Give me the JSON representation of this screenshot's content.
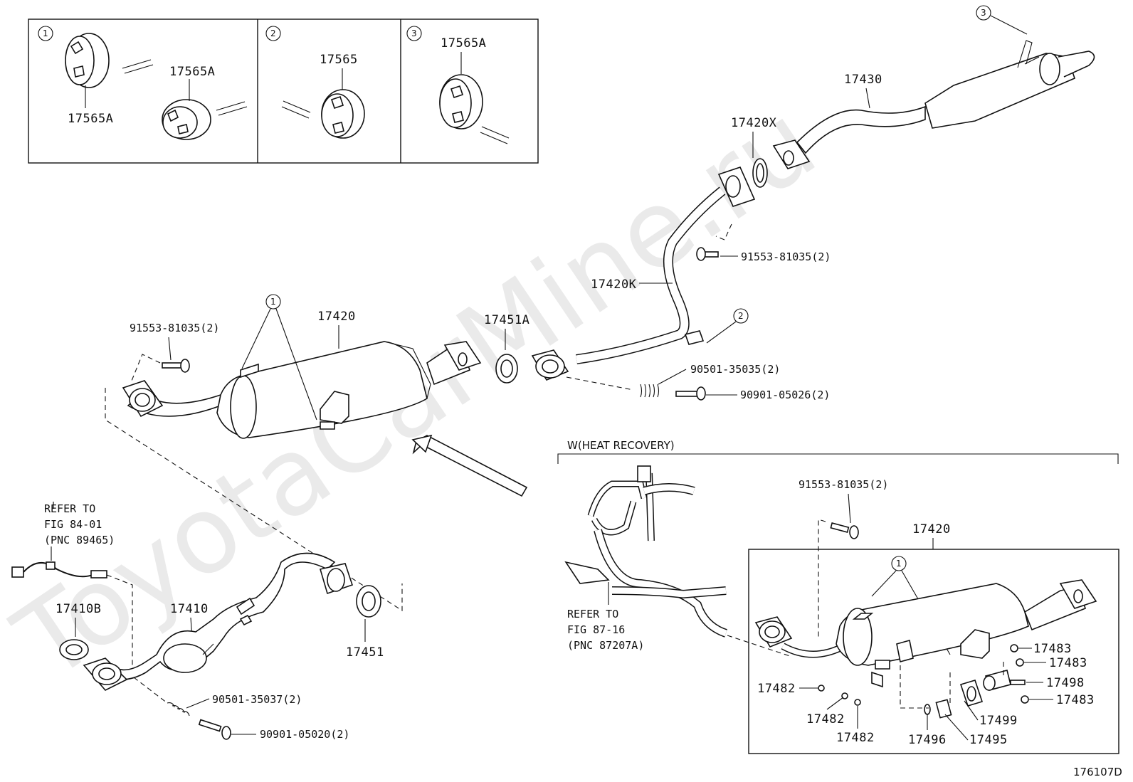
{
  "watermark": "ToyotaCarMine.ru",
  "diagram_id": "176107D",
  "insets": {
    "inset1": {
      "ref": "1",
      "labels": [
        "17565A",
        "17565A"
      ]
    },
    "inset2": {
      "ref": "2",
      "labels": [
        "17565"
      ]
    },
    "inset3": {
      "ref": "3",
      "labels": [
        "17565A"
      ]
    }
  },
  "callouts": {
    "c1": "1",
    "c2": "2",
    "c3": "3"
  },
  "labels": {
    "p17430": "17430",
    "p17420X": "17420X",
    "p91553_top": "91553-81035(2)",
    "p17420K": "17420K",
    "p17420_main": "17420",
    "p17451A": "17451A",
    "p91553_left": "91553-81035(2)",
    "p90501_35035": "90501-35035(2)",
    "p90901_05026": "90901-05026(2)",
    "heat_recovery": "W(HEAT RECOVERY)",
    "p91553_hr": "91553-81035(2)",
    "p17420_hr": "17420",
    "refer1_l1": "REFER TO",
    "refer1_l2": "FIG 84-01",
    "refer1_l3": "(PNC 89465)",
    "p17410B": "17410B",
    "p17410": "17410",
    "p17451": "17451",
    "p90501_35037": "90501-35037(2)",
    "p90901_05020": "90901-05020(2)",
    "refer2_l1": "REFER TO",
    "refer2_l2": "FIG 87-16",
    "refer2_l3": "(PNC 87207A)",
    "p17483_a": "17483",
    "p17483_b": "17483",
    "p17498": "17498",
    "p17483_c": "17483",
    "p17482_a": "17482",
    "p17482_b": "17482",
    "p17482_c": "17482",
    "p17499": "17499",
    "p17496": "17496",
    "p17495": "17495"
  }
}
